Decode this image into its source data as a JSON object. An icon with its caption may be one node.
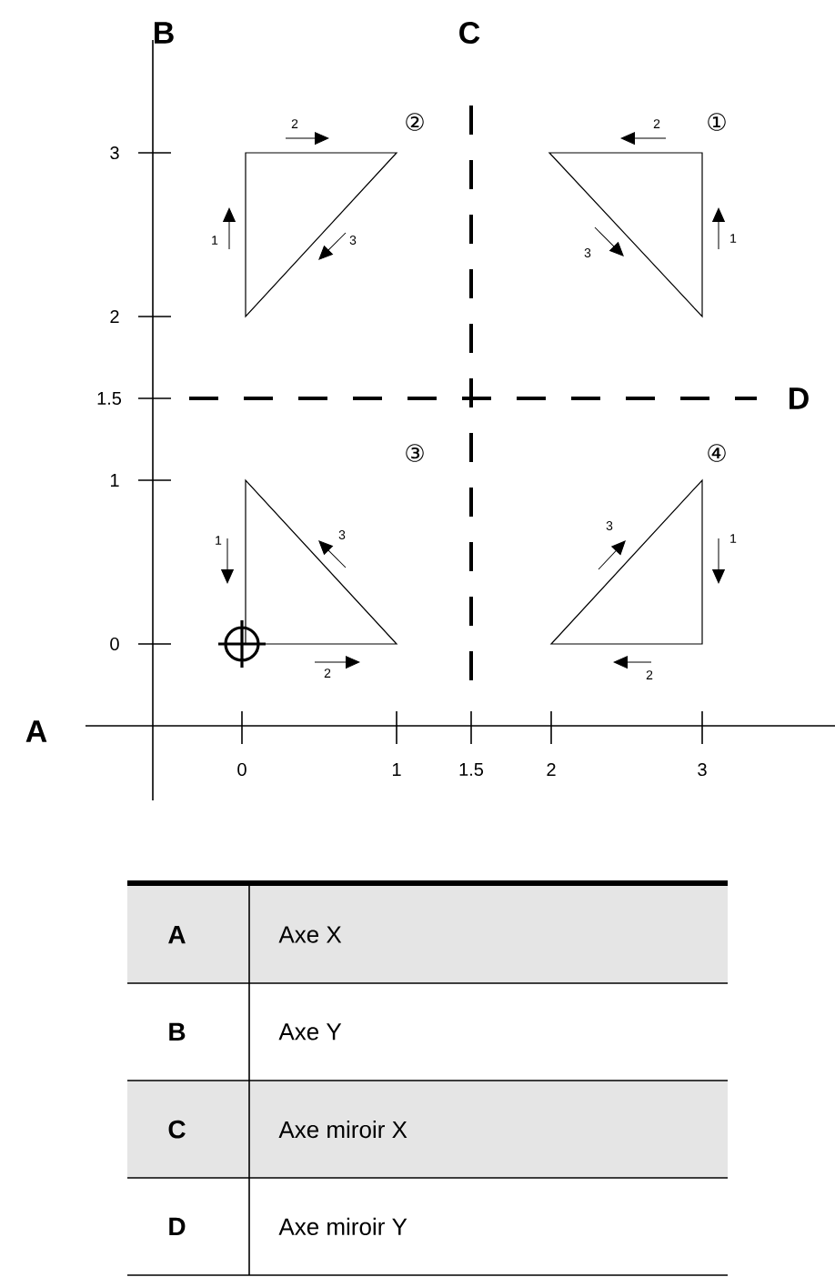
{
  "diagram": {
    "labels": [
      "B",
      "C",
      "②",
      "①",
      "2",
      "2",
      "3",
      "1",
      "3",
      "3",
      "1",
      "2",
      "1.5",
      "D",
      "③",
      "④",
      "1",
      "3",
      "3",
      "1",
      "1",
      "0",
      "2",
      "2",
      "A",
      "0",
      "1",
      "1.5",
      "2",
      "3",
      "A",
      "Axe X",
      "B",
      "Axe Y",
      "C",
      "Axe miroir X",
      "D",
      "Axe miroir Y"
    ]
  }
}
